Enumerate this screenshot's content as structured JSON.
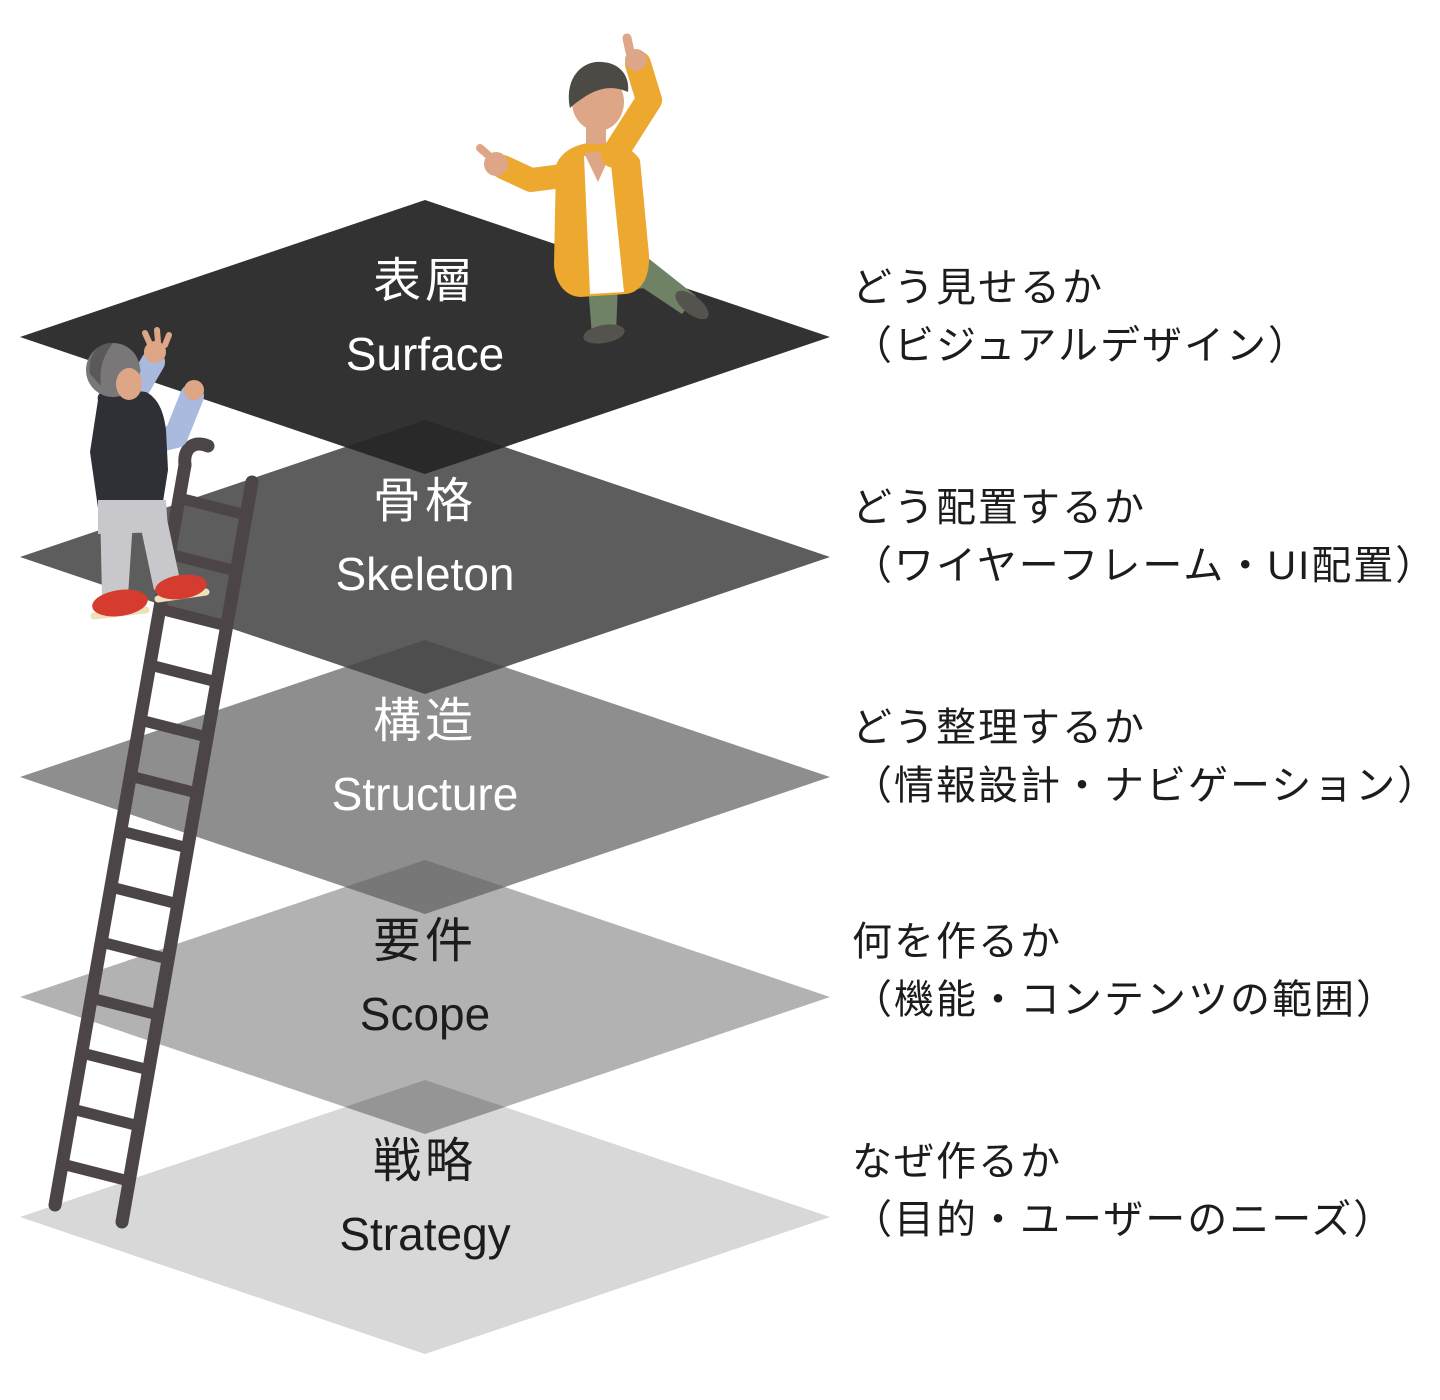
{
  "layers": [
    {
      "jp": "表層",
      "en": "Surface",
      "fill": "#323232",
      "label_color": "#ffffff",
      "desc1": "どう見せるか",
      "desc2": "（ビジュアルデザイン）"
    },
    {
      "jp": "骨格",
      "en": "Skeleton",
      "fill": "#5d5d5d",
      "label_color": "#ffffff",
      "desc1": "どう配置するか",
      "desc2": "（ワイヤーフレーム・UI配置）"
    },
    {
      "jp": "構造",
      "en": "Structure",
      "fill": "#8e8e8e",
      "label_color": "#ffffff",
      "desc1": "どう整理するか",
      "desc2": "（情報設計・ナビゲーション）"
    },
    {
      "jp": "要件",
      "en": "Scope",
      "fill": "#b2b2b2",
      "label_color": "#1c1c1c",
      "desc1": "何を作るか",
      "desc2": "（機能・コンテンツの範囲）"
    },
    {
      "jp": "戦略",
      "en": "Strategy",
      "fill": "#d8d8d8",
      "label_color": "#1c1c1c",
      "desc1": "なぜ作るか",
      "desc2": "（目的・ユーザーのニーズ）"
    }
  ],
  "colors": {
    "background": "#ffffff",
    "desc_text": "#1c1c1c",
    "junction_shade": "rgba(0,0,0,0.16)",
    "ladder": "#4c4547"
  },
  "dancer": {
    "skin": "#dca687",
    "hair": "#4b4a45",
    "jacket": "#eca82f",
    "shirt": "#ffffff",
    "pants": "#6f8266",
    "shoes": "#55534e"
  },
  "climber": {
    "skin": "#dca687",
    "hair": "#7a7778",
    "hair_shadow": "#5b5859",
    "vest": "#2f2f36",
    "sleeves": "#a9bade",
    "pants": "#c8c8cc",
    "shoes": "#d53b2e",
    "soles": "#eee0ba"
  }
}
